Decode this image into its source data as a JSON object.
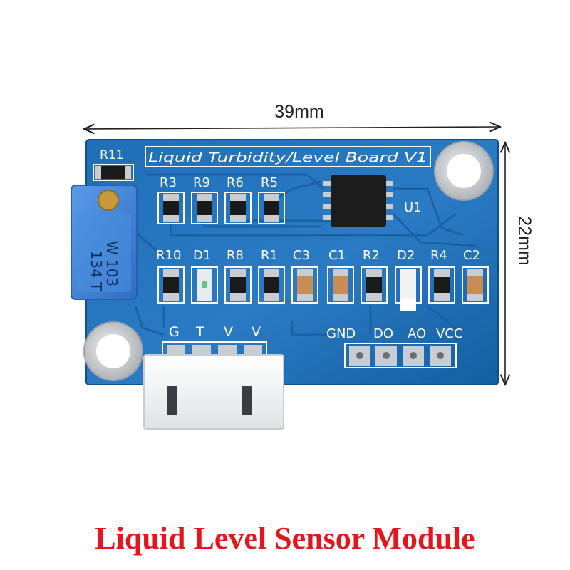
{
  "dimensions": {
    "width_label": "39mm",
    "height_label": "22mm"
  },
  "board": {
    "title": "Liquid Turbidity/Level Board V1",
    "top_left_label": "R11",
    "ic_label": "U1",
    "potentiometer_text": [
      "134 T",
      "W 103"
    ],
    "row1_labels": [
      "R3",
      "R9",
      "R6",
      "R5"
    ],
    "row2_labels": [
      "R10",
      "D1",
      "R8",
      "R1",
      "C3",
      "C1",
      "R2",
      "D2",
      "R4",
      "C2"
    ],
    "connector_left_labels": [
      "G",
      "T",
      "V",
      "V"
    ],
    "connector_right_labels": [
      "GND",
      "DO",
      "AO",
      "VCC"
    ]
  },
  "caption": "Liquid Level Sensor Module",
  "colors": {
    "board": "#1f6fb8",
    "silkscreen": "#ffffff",
    "caption": "#e8141b",
    "pot": "#3d7fd6"
  }
}
